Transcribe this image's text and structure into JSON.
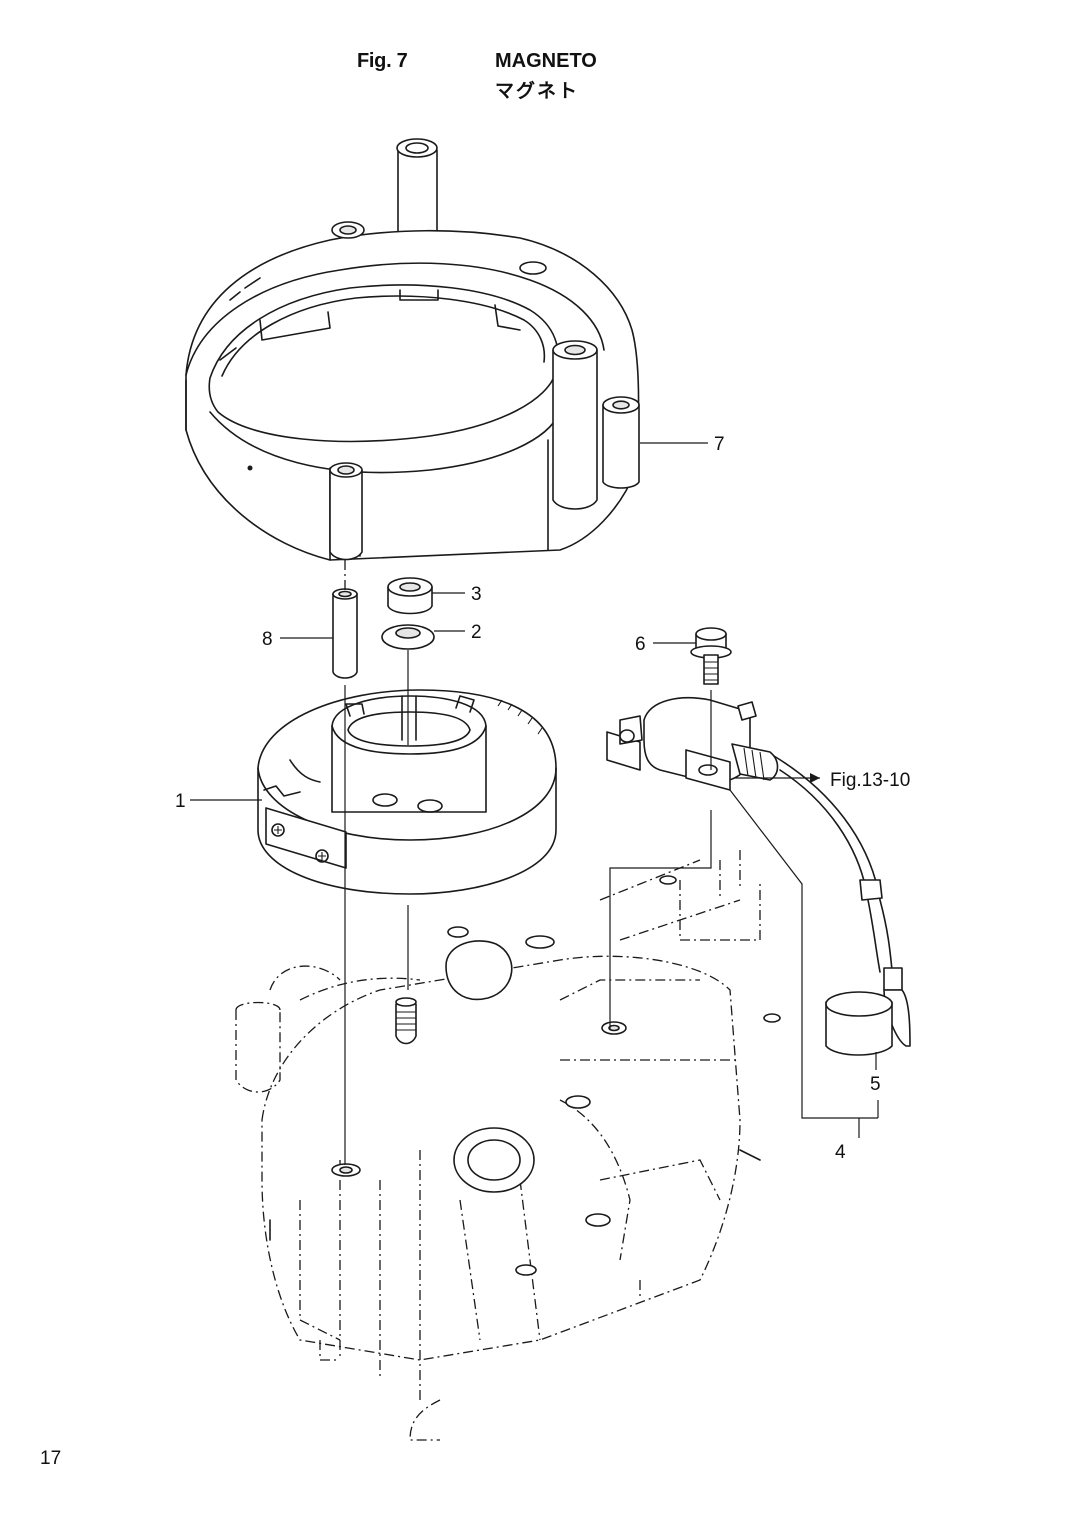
{
  "figure": {
    "number": "Fig. 7",
    "title": "MAGNETO",
    "title_jp": "マグネト"
  },
  "callouts": [
    {
      "id": "7",
      "label": "7"
    },
    {
      "id": "3",
      "label": "3"
    },
    {
      "id": "2",
      "label": "2"
    },
    {
      "id": "8",
      "label": "8"
    },
    {
      "id": "6",
      "label": "6"
    },
    {
      "id": "1",
      "label": "1"
    },
    {
      "id": "fig-ref",
      "label": "Fig.13-10"
    },
    {
      "id": "5",
      "label": "5"
    },
    {
      "id": "4",
      "label": "4"
    }
  ],
  "page_number": "17"
}
